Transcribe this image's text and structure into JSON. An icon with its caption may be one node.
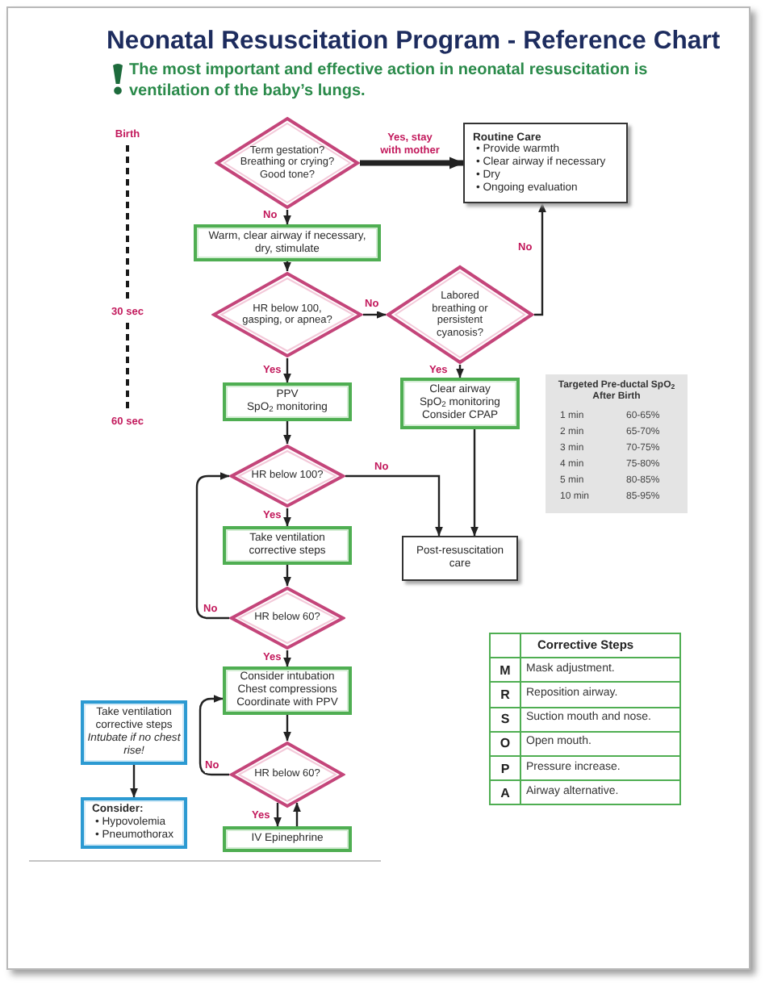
{
  "diagram": {
    "title": "Neonatal Resuscitation Program - Reference Chart",
    "nodes": [
      {
        "text": [
          "Term gestation?",
          "Breathing or crying?",
          "Good tone?"
        ]
      },
      {
        "text": [
          "Routine Care",
          "• Provide warmth",
          "• Clear airway if necessary",
          "• Dry",
          "• Ongoing evaluation"
        ]
      },
      {
        "text": [
          "Warm, clear airway if necessary, dry, stimulate"
        ]
      },
      {
        "text": [
          "HR below 100, gasping, or apnea?"
        ]
      },
      {
        "text": [
          "Labored breathing or persistent cyanosis?"
        ]
      },
      {
        "text": [
          "PPV",
          "SpO$_{2}$ monitoring"
        ]
      },
      {
        "text": [
          "Clear airway",
          "SpO$_{2}$ monitoring",
          "Consider CPAP"
        ]
      },
      {
        "text": [
          "HR below 100?"
        ]
      },
      {
        "text": [
          "Post-resuscitation care"
        ]
      },
      {
        "text": [
          "Take ventilation corrective steps"
        ]
      },
      {
        "text": [
          "HR below 60?"
        ]
      },
      {
        "text": [
          "Consider intubation",
          "Chest compressions",
          "Coordinate with PPV"
        ]
      },
      {
        "text": [
          "Take ventilation corrective steps",
          "Intubate if no chest rise!"
        ]
      },
      {
        "text": [
          "HR below 60?"
        ]
      },
      {
        "text": [
          "Consider:",
          "• Hypovolemia",
          "• Pneumothorax"
        ]
      },
      {
        "text": [
          "IV Epinephrine"
        ]
      }
    ],
    "edges": [
      {
        "from": 0,
        "to": 1,
        "arrow": "to",
        "label": "Yes, stay with mother",
        "style": "thick"
      },
      {
        "from": 0,
        "to": 2,
        "arrow": "to",
        "label": "No"
      },
      {
        "from": 2,
        "to": 3,
        "arrow": "to"
      },
      {
        "from": 3,
        "to": 4,
        "arrow": "to",
        "label": "No"
      },
      {
        "from": 4,
        "to": 1,
        "arrow": "to",
        "label": "No"
      },
      {
        "from": 4,
        "to": 6,
        "arrow": "to",
        "label": "Yes"
      },
      {
        "from": 3,
        "to": 5,
        "arrow": "to",
        "label": "Yes"
      },
      {
        "from": 5,
        "to": 7,
        "arrow": "to"
      },
      {
        "from": 6,
        "to": 8,
        "arrow": "to"
      },
      {
        "from": 7,
        "to": 8,
        "arrow": "to",
        "label": "No"
      },
      {
        "from": 7,
        "to": 9,
        "arrow": "to",
        "label": "Yes"
      },
      {
        "from": 9,
        "to": 10,
        "arrow": "to"
      },
      {
        "from": 10,
        "to": 7,
        "arrow": "to",
        "label": "No"
      },
      {
        "from": 10,
        "to": 11,
        "arrow": "to",
        "label": "Yes"
      },
      {
        "from": 11,
        "to": 13,
        "arrow": "to"
      },
      {
        "from": 13,
        "to": 11,
        "arrow": "to",
        "label": "No"
      },
      {
        "from": 12,
        "to": 14,
        "arrow": "to"
      },
      {
        "from": 13,
        "to": 15,
        "arrow": "to",
        "label": "Yes"
      },
      {
        "from": 15,
        "to": 13,
        "arrow": "to"
      }
    ],
    "labels": [
      "The most important and effective action in neonatal resuscitation is ventilation of the baby’s lungs.",
      "Birth",
      "30 sec",
      "60 sec",
      "Targeted Pre-ductal SpO$_{2}$ After Birth",
      "1 min",
      "60-65%",
      "2 min",
      "65-70%",
      "3 min",
      "70-75%",
      "4 min",
      "75-80%",
      "5 min",
      "80-85%",
      "10 min",
      "85-95%",
      "Corrective Steps",
      "M",
      "Mask adjustment.",
      "R",
      "Reposition airway.",
      "S",
      "Suction mouth and nose.",
      "O",
      "Open mouth.",
      "P",
      "Pressure increase.",
      "A",
      "Airway alternative."
    ]
  }
}
